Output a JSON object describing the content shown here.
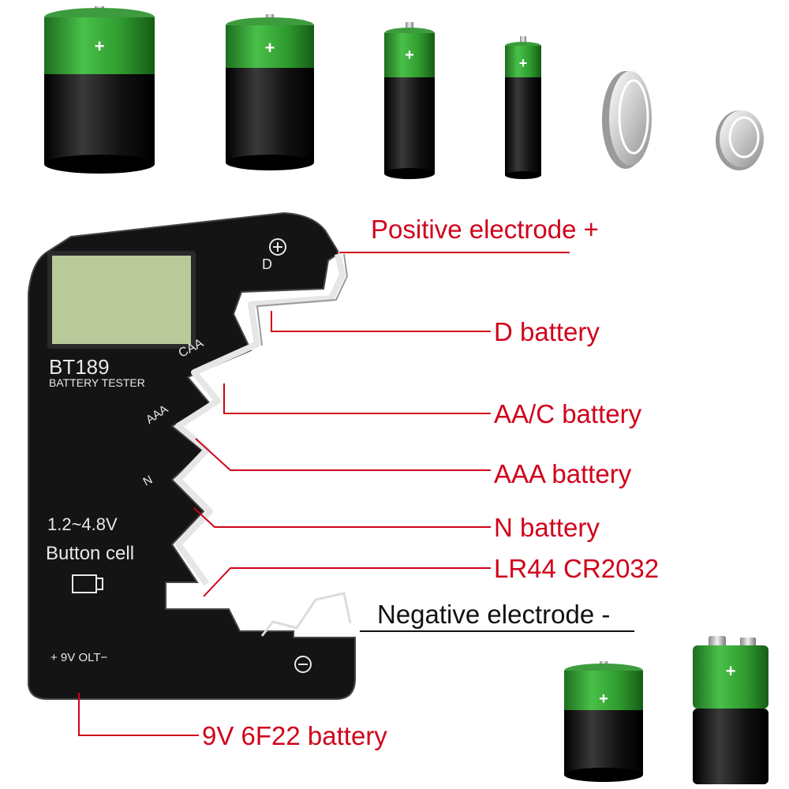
{
  "colors": {
    "accent_red": "#d0021b",
    "battery_green": "#2fa02f",
    "battery_black": "#111111",
    "device_body": "#141414",
    "lcd": "#b9c99a"
  },
  "batteries_top": [
    {
      "name": "d-battery-icon",
      "plus": "+"
    },
    {
      "name": "c-battery-icon",
      "plus": "+"
    },
    {
      "name": "aa-battery-icon",
      "plus": "+"
    },
    {
      "name": "aaa-battery-icon",
      "plus": "+"
    },
    {
      "name": "button-cell-large-icon"
    },
    {
      "name": "button-cell-small-icon"
    }
  ],
  "batteries_bottom": [
    {
      "name": "c-battery-icon",
      "plus": "+"
    },
    {
      "name": "9v-battery-icon",
      "plus": "+"
    }
  ],
  "device": {
    "model": "BT189",
    "subtitle": "BATTERY TESTER",
    "slot_d": "D",
    "slot_caa": "CAA",
    "slot_aaa": "AAA",
    "slot_n": "N",
    "range": "1.2~4.8V",
    "button_cell": "Button cell",
    "nine_v": "+ 9V OLT−",
    "plus_symbol": "⊕",
    "minus_symbol": "⊖"
  },
  "labels": {
    "positive": "Positive electrode +",
    "d": "D battery",
    "aac": "AA/C battery",
    "aaa": "AAA battery",
    "n": "N battery",
    "lr44": "LR44 CR2032",
    "negative": "Negative electrode -",
    "nine_v": "9V 6F22 battery"
  }
}
